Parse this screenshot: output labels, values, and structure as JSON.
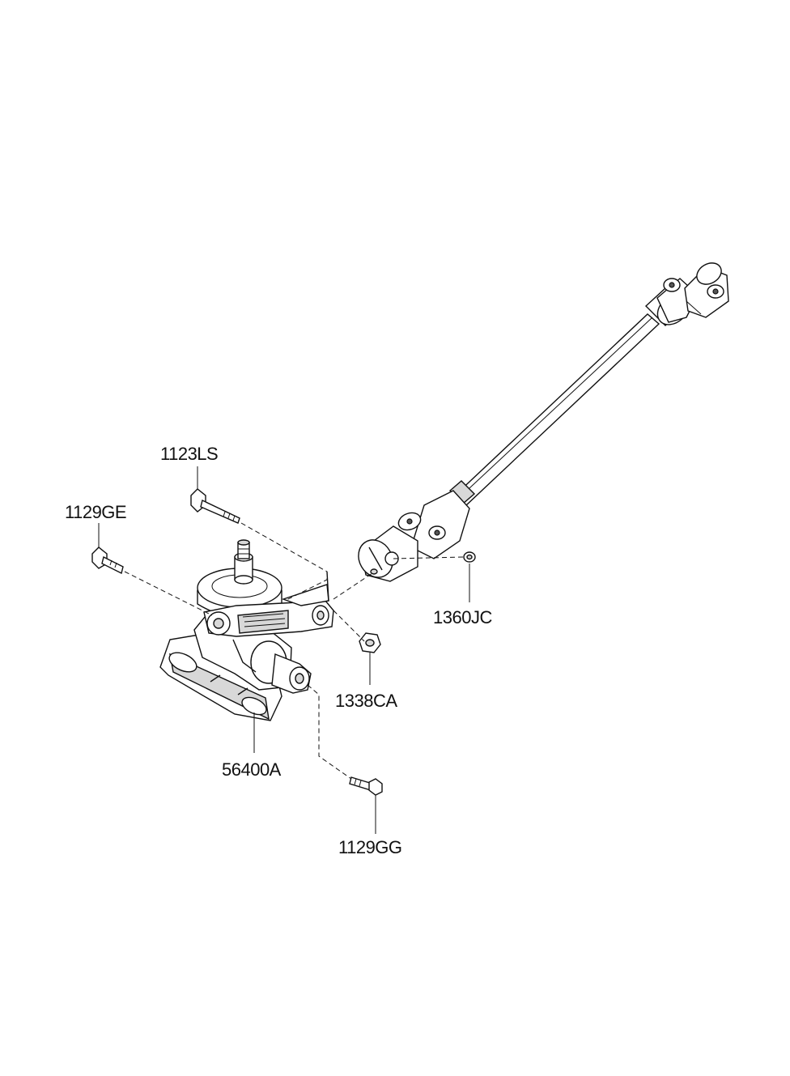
{
  "labels": {
    "l1123ls": "1123LS",
    "l1129ge": "1129GE",
    "l1360jc": "1360JC",
    "l1338ca": "1338CA",
    "l56400a": "56400A",
    "l1129gg": "1129GG"
  }
}
